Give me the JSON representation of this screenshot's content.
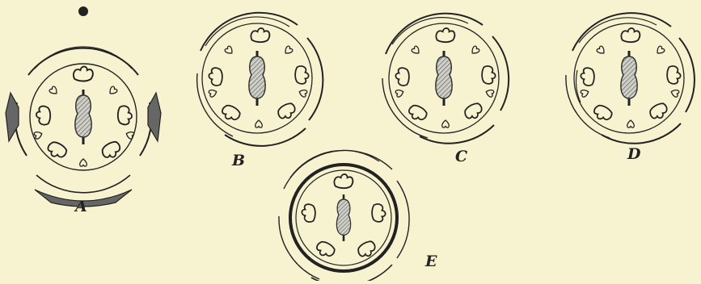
{
  "figure": {
    "background": "#f7f2cf",
    "ink": "#222222",
    "diagrams": [
      {
        "id": "A",
        "label": "A"
      },
      {
        "id": "B",
        "label": "B"
      },
      {
        "id": "C",
        "label": "C"
      },
      {
        "id": "D",
        "label": "D"
      },
      {
        "id": "E",
        "label": "E"
      }
    ]
  }
}
